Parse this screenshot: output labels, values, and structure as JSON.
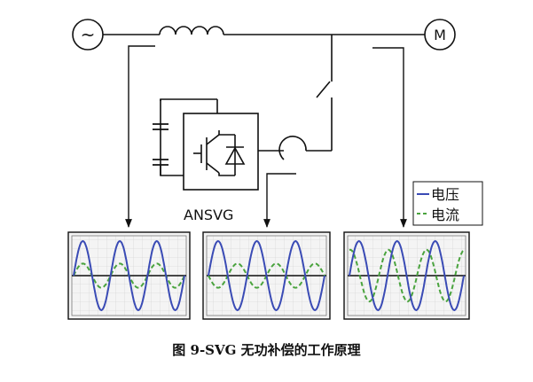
{
  "diagram": {
    "source_symbol": "~",
    "motor_label": "M",
    "device_label": "ANSVG",
    "legend": [
      {
        "label": "电压",
        "color": "#3a4bb5",
        "style": "solid"
      },
      {
        "label": "电流",
        "color": "#4aa33e",
        "style": "dashed"
      }
    ],
    "scopes": [
      {
        "voltage_amplitude": 1.0,
        "current_amplitude": 0.35,
        "current_phase": "in-phase"
      },
      {
        "voltage_amplitude": 1.0,
        "current_amplitude": 0.35,
        "current_phase": "opposite"
      },
      {
        "voltage_amplitude": 1.0,
        "current_amplitude": 0.75,
        "current_phase": "lagging"
      }
    ]
  },
  "caption": "图 9-SVG 无功补偿的工作原理"
}
